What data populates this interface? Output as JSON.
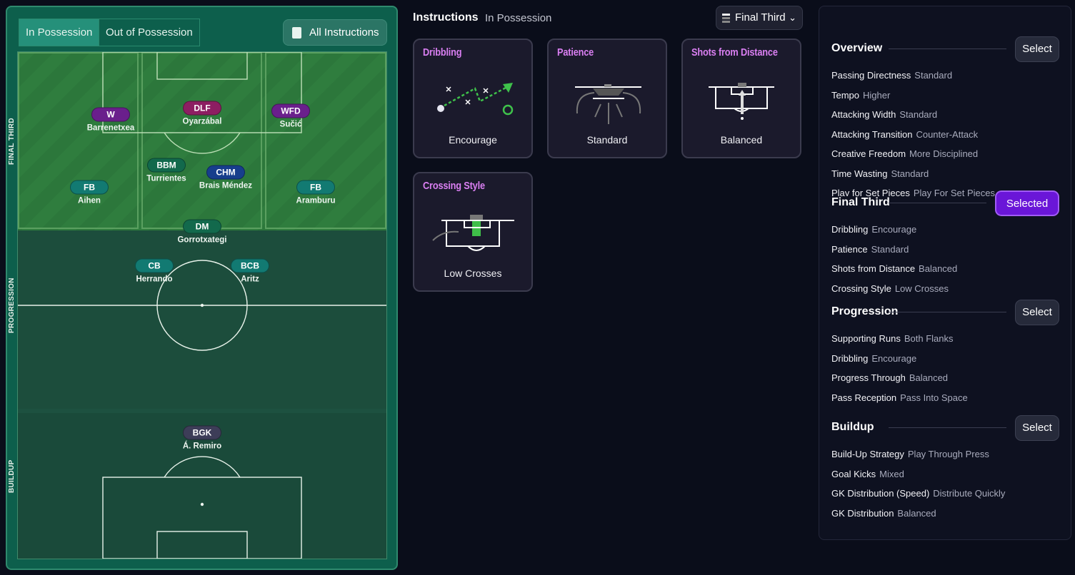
{
  "tabs": {
    "in_possession": "In Possession",
    "out_of_possession": "Out of Possession",
    "all_instructions": "All Instructions"
  },
  "zones": {
    "final_third": "FINAL THIRD",
    "progression": "PROGRESSION",
    "buildup": "BUILDUP"
  },
  "players": [
    {
      "role": "W",
      "name": "Barrenetxea",
      "color": "#6a1f8c"
    },
    {
      "role": "DLF",
      "name": "Oyarzábal",
      "color": "#8d1e62"
    },
    {
      "role": "WFD",
      "name": "Sučić",
      "color": "#6a1f8c"
    },
    {
      "role": "BBM",
      "name": "Turrientes",
      "color": "#12694c"
    },
    {
      "role": "CHM",
      "name": "Brais Méndez",
      "color": "#173e8c"
    },
    {
      "role": "FB",
      "name": "Aihen",
      "color": "#127a72"
    },
    {
      "role": "FB",
      "name": "Aramburu",
      "color": "#127a72"
    },
    {
      "role": "DM",
      "name": "Gorrotxategi",
      "color": "#12694c"
    },
    {
      "role": "CB",
      "name": "Herrando",
      "color": "#127a72"
    },
    {
      "role": "BCB",
      "name": "Aritz",
      "color": "#127a72"
    },
    {
      "role": "BGK",
      "name": "Á. Remiro",
      "color": "#3d3d58"
    }
  ],
  "instructions": {
    "title": "Instructions",
    "subtitle": "In Possession",
    "phase_select": "Final Third",
    "cards": [
      {
        "title": "Dribbling",
        "value": "Encourage"
      },
      {
        "title": "Patience",
        "value": "Standard"
      },
      {
        "title": "Shots from Distance",
        "value": "Balanced"
      },
      {
        "title": "Crossing Style",
        "value": "Low Crosses"
      }
    ]
  },
  "summary": {
    "overview": {
      "title": "Overview",
      "button": "Select",
      "rows": [
        {
          "k": "Passing Directness",
          "v": "Standard"
        },
        {
          "k": "Tempo",
          "v": "Higher"
        },
        {
          "k": "Attacking Width",
          "v": "Standard"
        },
        {
          "k": "Attacking Transition",
          "v": "Counter-Attack"
        },
        {
          "k": "Creative Freedom",
          "v": "More Disciplined"
        },
        {
          "k": "Time Wasting",
          "v": "Standard"
        },
        {
          "k": "Play for Set Pieces",
          "v": "Play For Set Pieces"
        }
      ]
    },
    "final_third": {
      "title": "Final Third",
      "button": "Selected",
      "rows": [
        {
          "k": "Dribbling",
          "v": "Encourage"
        },
        {
          "k": "Patience",
          "v": "Standard"
        },
        {
          "k": "Shots from Distance",
          "v": "Balanced"
        },
        {
          "k": "Crossing Style",
          "v": "Low Crosses"
        }
      ]
    },
    "progression": {
      "title": "Progression",
      "button": "Select",
      "rows": [
        {
          "k": "Supporting Runs",
          "v": "Both Flanks"
        },
        {
          "k": "Dribbling",
          "v": "Encourage"
        },
        {
          "k": "Progress Through",
          "v": "Balanced"
        },
        {
          "k": "Pass Reception",
          "v": "Pass Into Space"
        }
      ]
    },
    "buildup": {
      "title": "Buildup",
      "button": "Select",
      "rows": [
        {
          "k": "Build-Up Strategy",
          "v": "Play Through Press"
        },
        {
          "k": "Goal Kicks",
          "v": "Mixed"
        },
        {
          "k": "GK Distribution (Speed)",
          "v": "Distribute Quickly"
        },
        {
          "k": "GK Distribution",
          "v": "Balanced"
        }
      ]
    }
  }
}
